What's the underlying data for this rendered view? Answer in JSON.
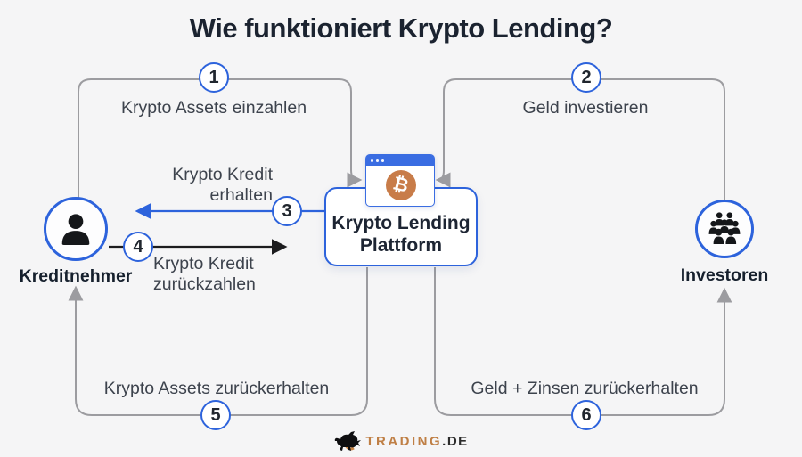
{
  "title": "Wie funktioniert Krypto Lending?",
  "platform": {
    "name_line1": "Krypto Lending",
    "name_line2": "Plattform",
    "bitcoin_symbol": "₿"
  },
  "actors": {
    "borrower": {
      "label": "Kreditnehmer"
    },
    "investors": {
      "label": "Investoren"
    }
  },
  "flows": [
    {
      "number": "1",
      "label": "Krypto Assets einzahlen",
      "from": "Kreditnehmer",
      "to": "Krypto Lending Plattform"
    },
    {
      "number": "2",
      "label": "Geld investieren",
      "from": "Investoren",
      "to": "Krypto Lending Plattform"
    },
    {
      "number": "3",
      "label_line1": "Krypto Kredit",
      "label_line2": "erhalten",
      "from": "Krypto Lending Plattform",
      "to": "Kreditnehmer"
    },
    {
      "number": "4",
      "label_line1": "Krypto Kredit",
      "label_line2": "zurückzahlen",
      "from": "Kreditnehmer",
      "to": "Krypto Lending Plattform"
    },
    {
      "number": "5",
      "label": "Krypto Assets zurückerhalten",
      "from": "Krypto Lending Plattform",
      "to": "Kreditnehmer"
    },
    {
      "number": "6",
      "label": "Geld + Zinsen zurückerhalten",
      "from": "Krypto Lending Plattform",
      "to": "Investoren"
    }
  ],
  "footer": {
    "brand_primary": "TRADING",
    "brand_secondary": ".DE"
  },
  "colors": {
    "background": "#f5f5f6",
    "accent_blue": "#2d63dc",
    "browser_blue": "#3a6de2",
    "line_gray": "#9c9ca0",
    "arrow_black": "#1c1c1e",
    "bitcoin_orange": "#c87c49",
    "title_dark": "#1b2330",
    "label_gray": "#3d434d",
    "logo_orange": "#bf7f45",
    "logo_dark": "#2b2b2b"
  }
}
